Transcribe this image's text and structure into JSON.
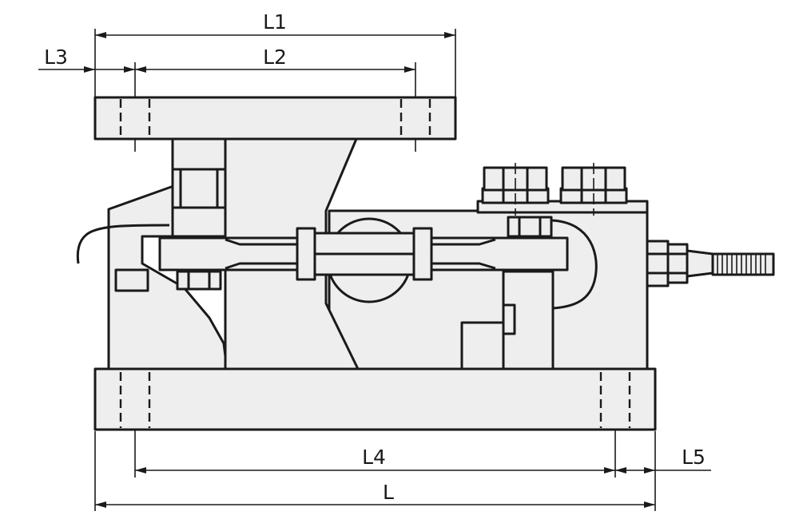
{
  "dimensions": {
    "L1": "L1",
    "L2": "L2",
    "L3": "L3",
    "L4": "L4",
    "L5": "L5",
    "L": "L"
  },
  "colors": {
    "background": "#ffffff",
    "part_fill": "#eeeeee",
    "line": "#1a1a1a"
  }
}
